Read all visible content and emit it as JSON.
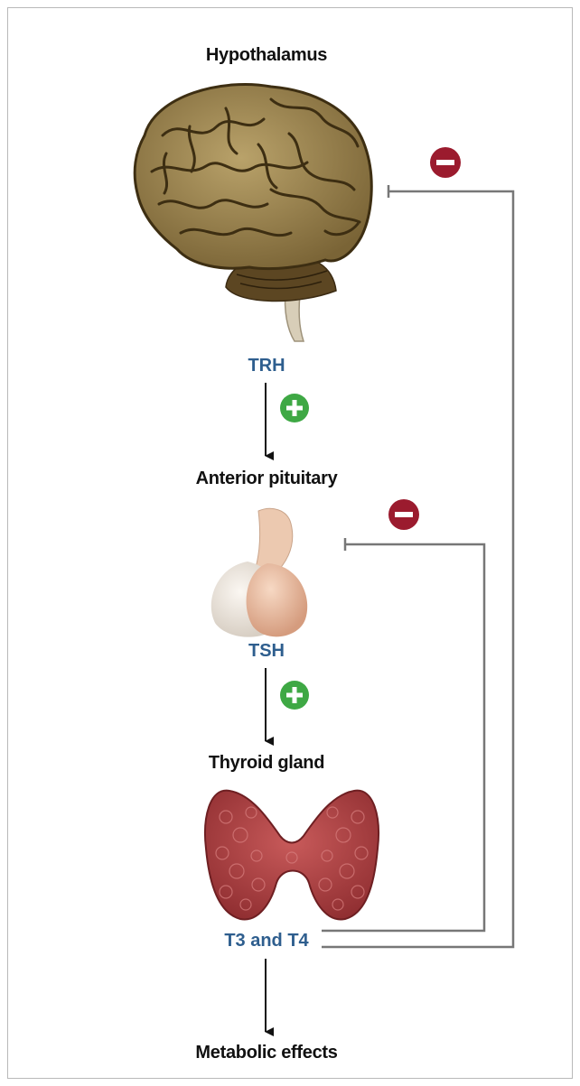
{
  "colors": {
    "hormone": "#2e5e8e",
    "stimulate": "#3ea844",
    "inhibit": "#9b1b2e",
    "feedback_line": "#777777",
    "arrow": "#111111"
  },
  "organs": {
    "hypothalamus": "Hypothalamus",
    "anterior_pituitary": "Anterior pituitary",
    "thyroid_gland": "Thyroid gland",
    "metabolic_effects": "Metabolic effects"
  },
  "hormones": {
    "trh": "TRH",
    "tsh": "TSH",
    "t3_t4": "T3 and T4"
  },
  "icons": {
    "stimulate": "plus-circle-icon",
    "inhibit": "minus-circle-icon"
  }
}
